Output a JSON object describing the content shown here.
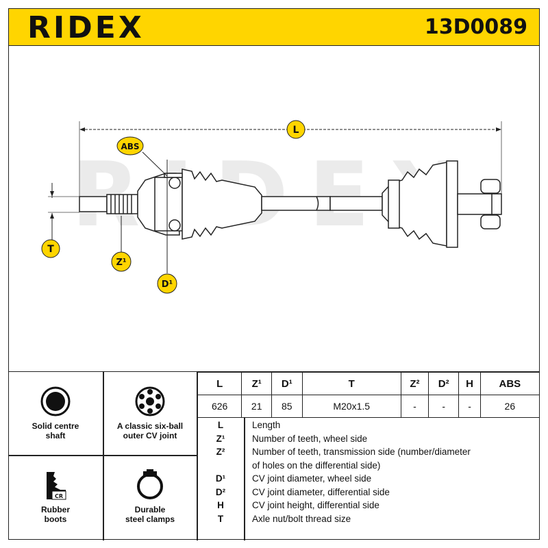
{
  "header": {
    "brand": "RIDEX",
    "part_number": "13D0089"
  },
  "drawing": {
    "labels": {
      "length": "L",
      "abs": "ABS",
      "thread": "T",
      "teeth_wheel": "Z¹",
      "joint_diameter_wheel": "D¹"
    },
    "watermark": "RIDEX"
  },
  "features": [
    {
      "label": "Solid centre shaft",
      "line1": "Solid centre",
      "line2": "shaft",
      "icon": "solid-shaft-icon"
    },
    {
      "label": "A classic six-ball outer CV joint",
      "line1": "A classic six-ball",
      "line2": "outer CV joint",
      "icon": "six-ball-joint-icon"
    },
    {
      "label": "Rubber boots",
      "line1": "Rubber",
      "line2": "boots",
      "icon": "rubber-boot-icon",
      "badge": "CR"
    },
    {
      "label": "Durable steel clamps",
      "line1": "Durable",
      "line2": "steel clamps",
      "icon": "steel-clamp-icon"
    }
  ],
  "spec_table": {
    "headers": [
      "L",
      "Z¹",
      "D¹",
      "T",
      "Z²",
      "D²",
      "H",
      "ABS"
    ],
    "values": [
      "626",
      "21",
      "85",
      "M20x1.5",
      "-",
      "-",
      "-",
      "26"
    ]
  },
  "legend": [
    {
      "key": "L",
      "text": "Length"
    },
    {
      "key": "Z¹",
      "text": "Number of teeth, wheel side"
    },
    {
      "key": "Z²",
      "text": "Number of teeth, transmission side (number/diameter"
    },
    {
      "key": "",
      "text": "of holes on the differential side)"
    },
    {
      "key": "D¹",
      "text": "CV joint diameter, wheel side"
    },
    {
      "key": "D²",
      "text": "CV joint diameter, differential side"
    },
    {
      "key": "H",
      "text": "CV joint height, differential side"
    },
    {
      "key": "T",
      "text": "Axle nut/bolt thread size"
    }
  ]
}
